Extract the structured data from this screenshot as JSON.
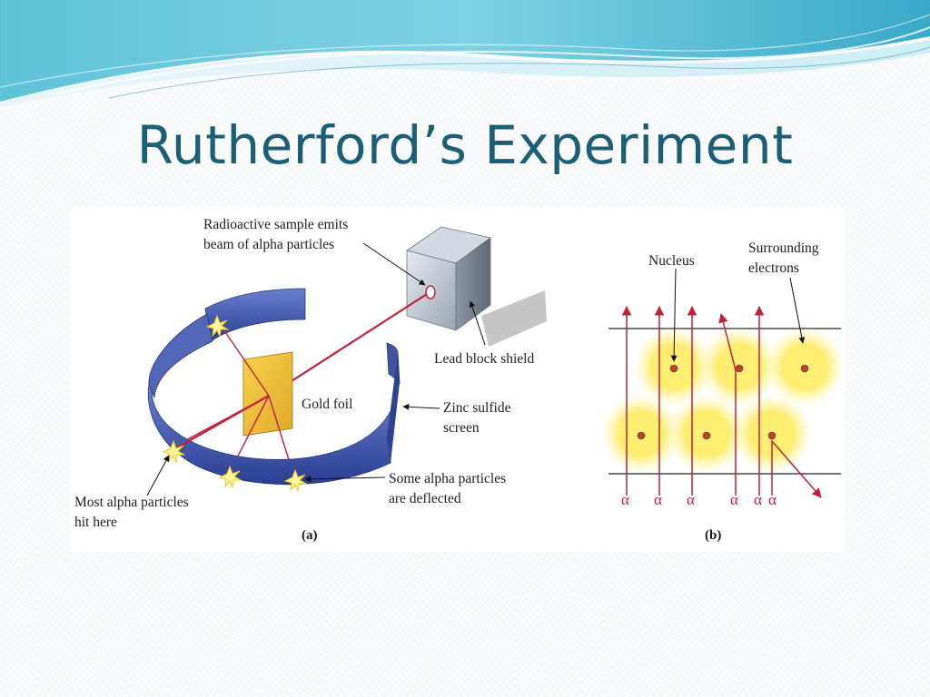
{
  "slide": {
    "title": "Rutherford’s Experiment"
  },
  "panel_a": {
    "caption": "(a)",
    "labels": {
      "radioactive_line1": "Radioactive sample emits",
      "radioactive_line2": "beam of alpha particles",
      "lead_block": "Lead block shield",
      "gold_foil": "Gold foil",
      "zinc_line1": "Zinc sulfide",
      "zinc_line2": "screen",
      "deflected_line1": "Some alpha particles",
      "deflected_line2": "are deflected",
      "most_line1": "Most alpha particles",
      "most_line2": "hit here"
    }
  },
  "panel_b": {
    "caption": "(b)",
    "labels": {
      "nucleus": "Nucleus",
      "surrounding_line1": "Surrounding",
      "surrounding_line2": "electrons"
    },
    "alpha_symbol": "α"
  },
  "colors": {
    "title": "#1b5f76",
    "beam": "#c0203a",
    "screen": "#3b55a8",
    "glow": "#ffe84d",
    "nucleus": "#b5452e"
  }
}
